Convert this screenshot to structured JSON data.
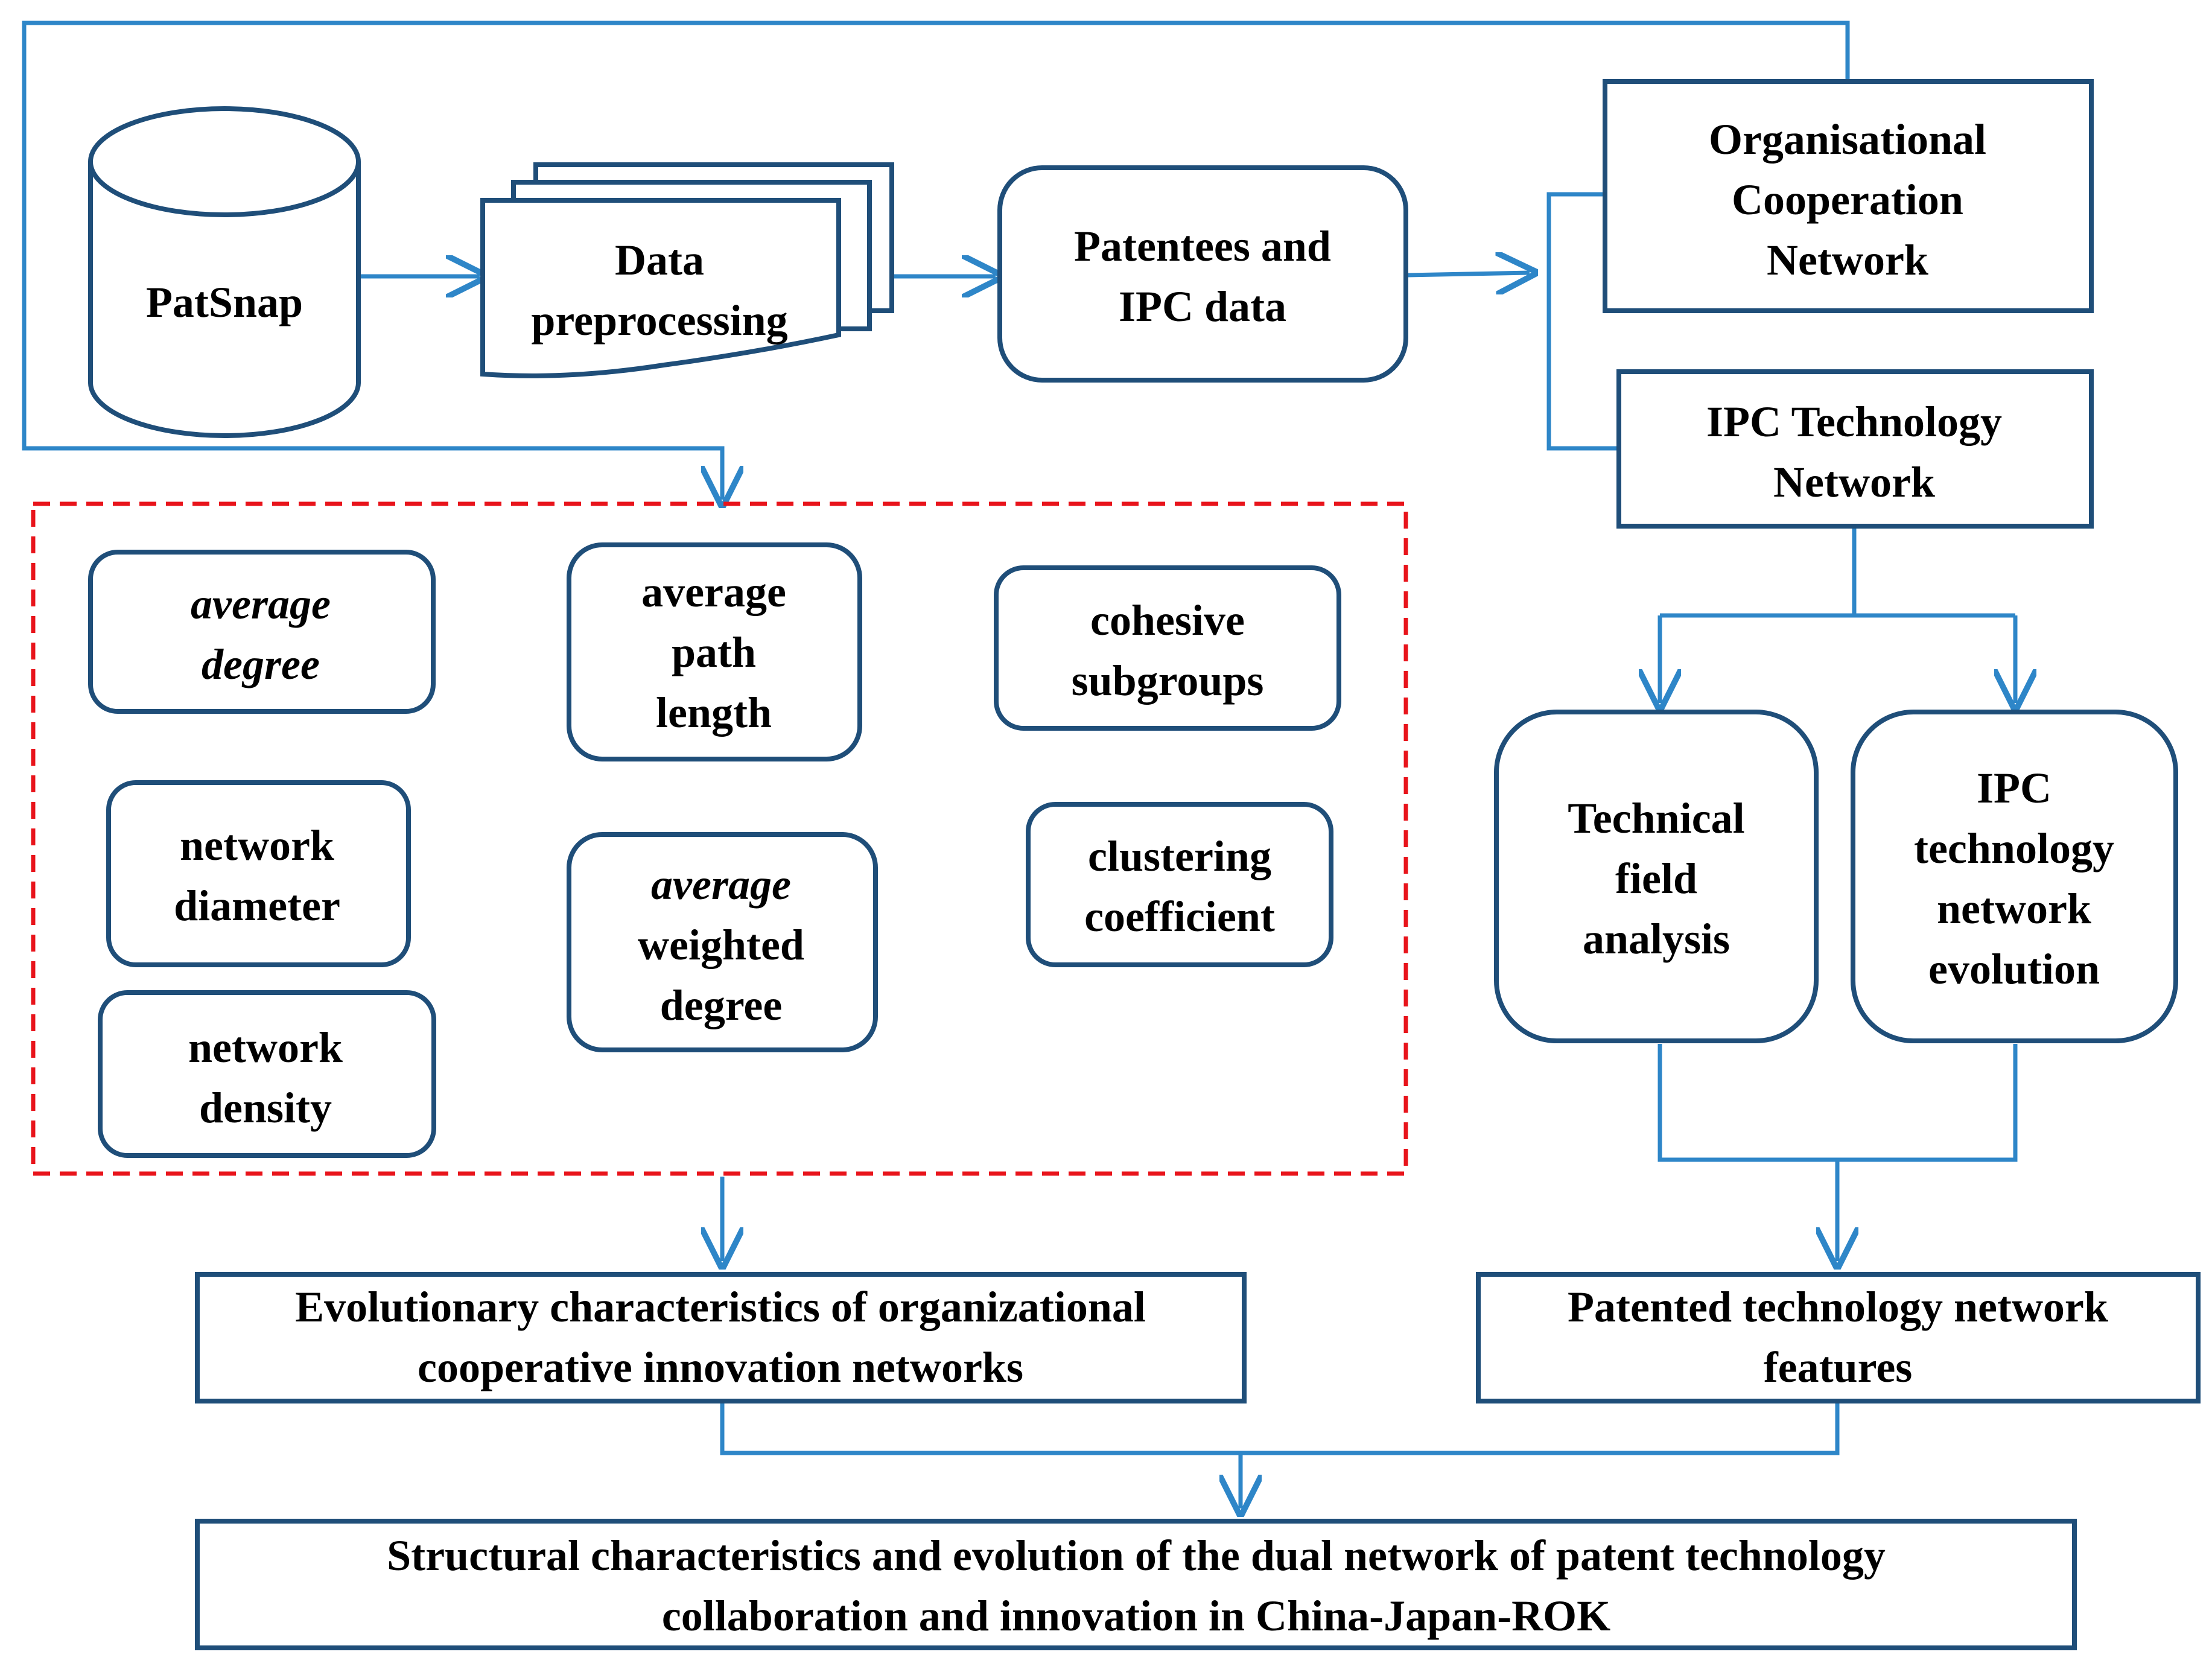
{
  "nodes": {
    "patsnap": "PatSnap",
    "data_preprocessing": [
      "Data",
      "preprocessing"
    ],
    "patentees_ipc": [
      "Patentees and",
      "IPC data"
    ],
    "org_network": [
      "Organisational",
      "Cooperation",
      "Network"
    ],
    "ipc_network": [
      "IPC Technology",
      "Network"
    ],
    "technical_field": [
      "Technical",
      "field",
      "analysis"
    ],
    "ipc_evolution": [
      "IPC",
      "technology",
      "network",
      "evolution"
    ],
    "evolutionary": [
      "Evolutionary characteristics of organizational",
      "cooperative innovation networks"
    ],
    "patented_features": [
      "Patented technology network",
      "features"
    ],
    "structural": [
      "Structural characteristics and evolution of the dual network of patent technology",
      "collaboration and innovation in China-Japan-ROK"
    ]
  },
  "metrics": {
    "average_degree": [
      "average",
      "degree"
    ],
    "average_path_length": [
      "average",
      "path",
      "length"
    ],
    "cohesive_subgroups": [
      "cohesive",
      "subgroups"
    ],
    "network_diameter": [
      "network",
      "diameter"
    ],
    "average_weighted_degree": [
      "average",
      "weighted",
      "degree"
    ],
    "clustering_coefficient": [
      "clustering",
      "coefficient"
    ],
    "network_density": [
      "network",
      "density"
    ]
  },
  "colors": {
    "box_stroke": "#1f4e79",
    "connector": "#2e86c8",
    "dashed_group": "#e8141b"
  }
}
